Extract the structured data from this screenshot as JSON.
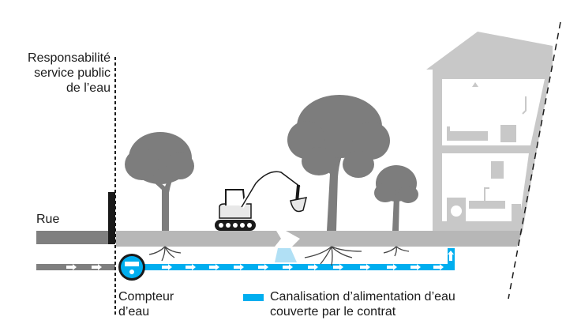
{
  "labels": {
    "responsibility": [
      "Responsabilité",
      "service public",
      "de l’eau"
    ],
    "street": "Rue",
    "meter": [
      "Compteur",
      "d’eau"
    ],
    "legend": [
      "Canalisation d’alimentation d’eau",
      "couverte par le contrat"
    ]
  },
  "colors": {
    "ground": "#b7b7b7",
    "tree": "#7d7d7d",
    "pipe_public": "#7f7f7f",
    "pipe_covered": "#00aeef",
    "house": "#c8c8c8",
    "dark": "#1a1a1a"
  },
  "icons": [
    "tree-icon",
    "excavator-icon",
    "house-icon",
    "water-meter-icon",
    "flow-arrow-icon"
  ]
}
